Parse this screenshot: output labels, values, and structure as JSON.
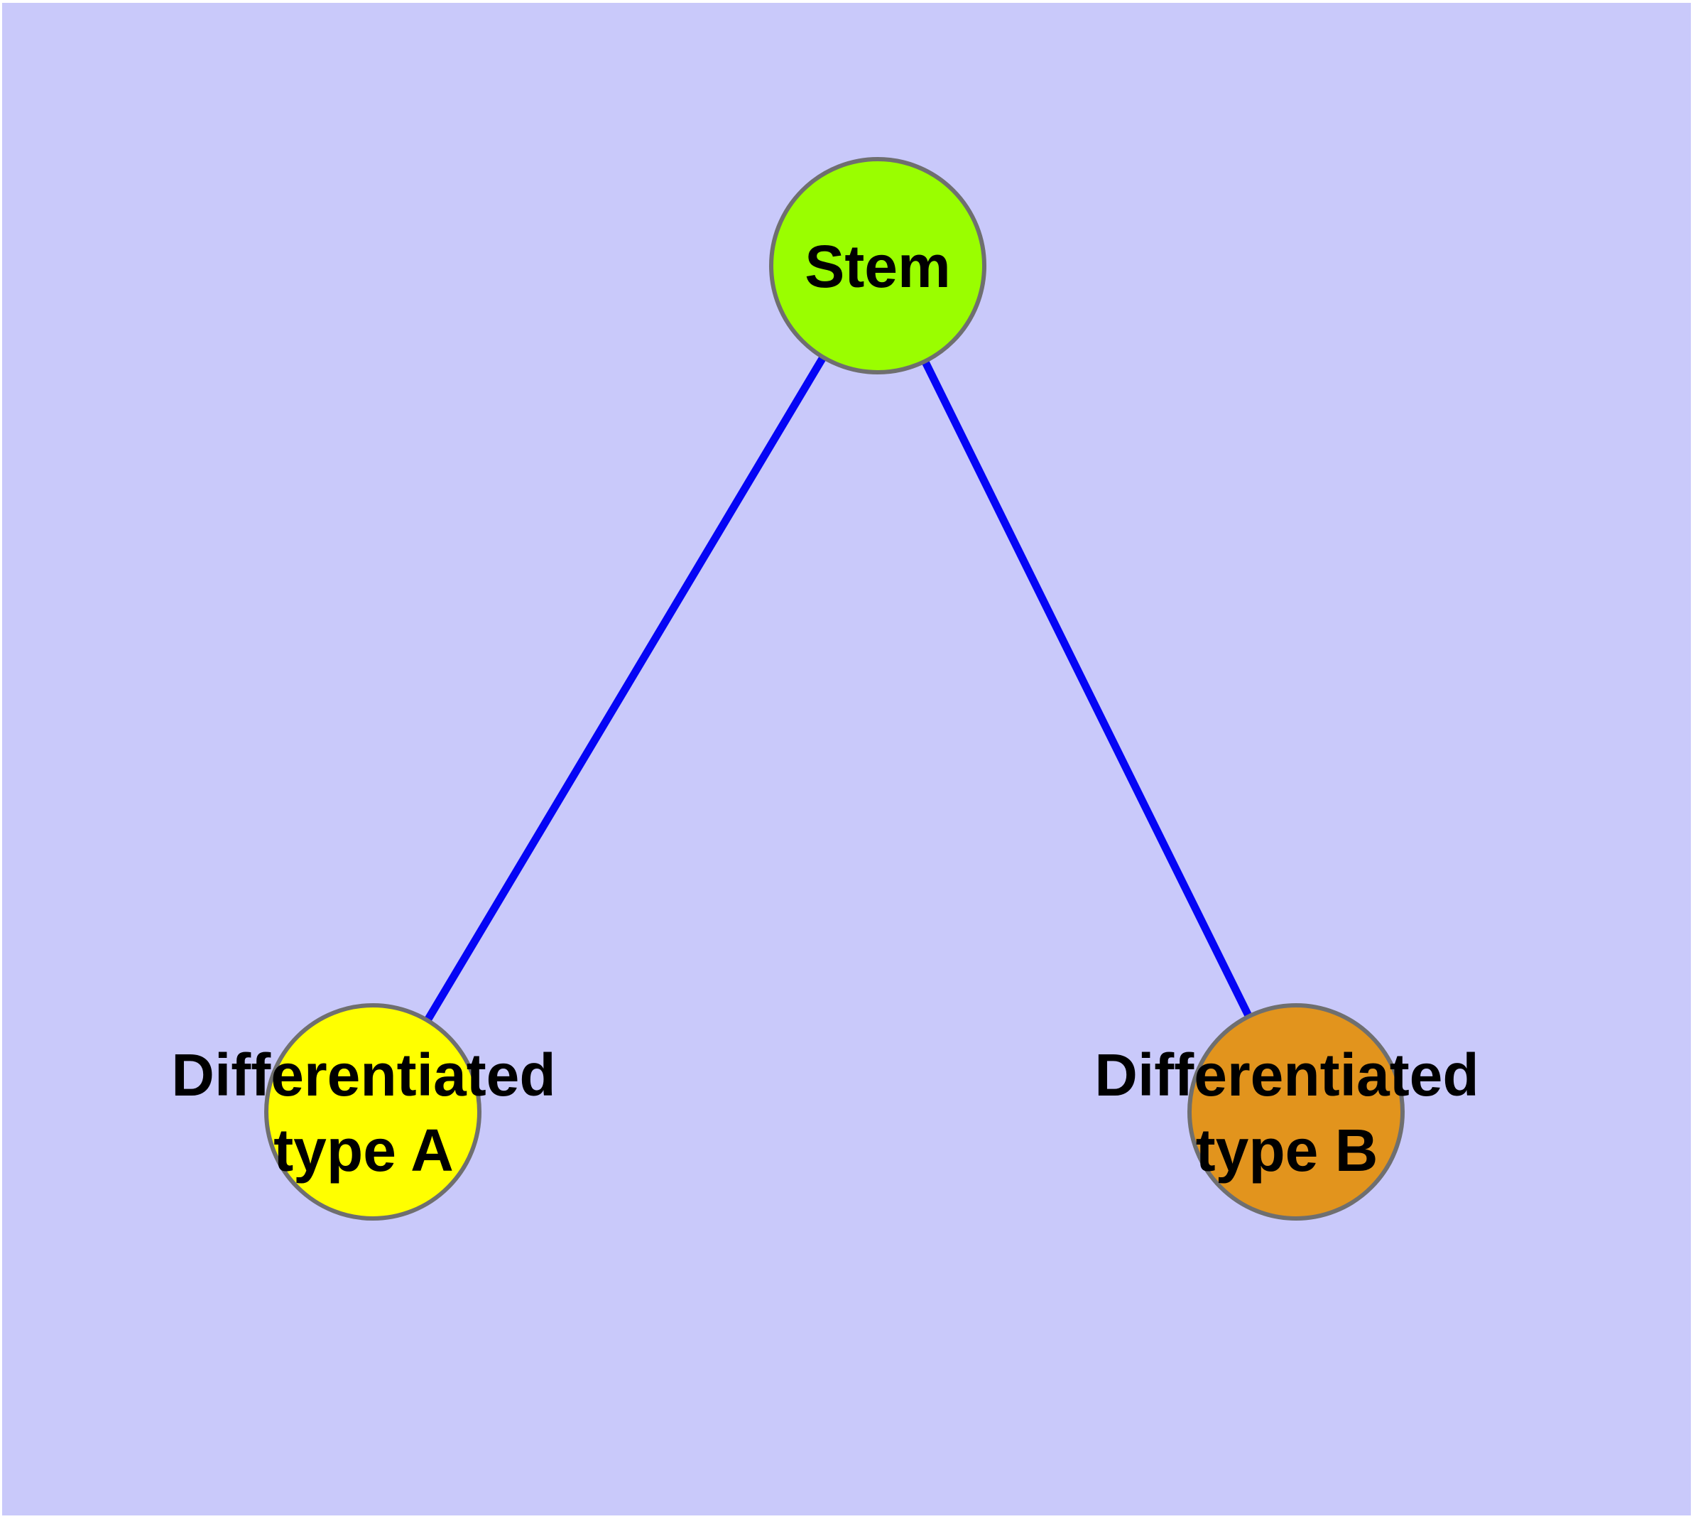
{
  "diagram": {
    "type": "graph",
    "background_color": "#C9C9FA",
    "frame_color": "#FFFFFF",
    "edge_color": "#0505F5",
    "node_border_color": "#6F6F6F",
    "label_color": "#000000",
    "nodes": [
      {
        "id": "stem",
        "label_line1": "Stem",
        "label_line2": "",
        "fill": "#9AFE00"
      },
      {
        "id": "type-a",
        "label_line1": "Differentiated",
        "label_line2": "type A",
        "fill": "#FFFF00"
      },
      {
        "id": "type-b",
        "label_line1": "Differentiated",
        "label_line2": "type B",
        "fill": "#E2941D"
      }
    ],
    "edges": [
      {
        "from": "stem",
        "to": "type-a"
      },
      {
        "from": "stem",
        "to": "type-b"
      }
    ]
  }
}
